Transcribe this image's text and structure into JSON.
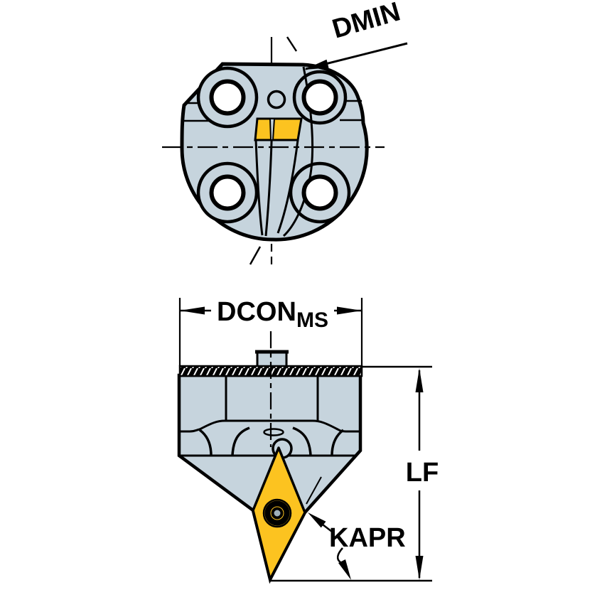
{
  "labels": {
    "dmin": "DMIN",
    "dcon": "DCON",
    "dcon_subscript": "MS",
    "lf": "LF",
    "kapr": "KAPR"
  },
  "colors": {
    "background": "#ffffff",
    "line": "#000000",
    "body_fill": "#c6d4dd",
    "insert_fill": "#fcc320",
    "screw_center": "#9fb0ba"
  }
}
